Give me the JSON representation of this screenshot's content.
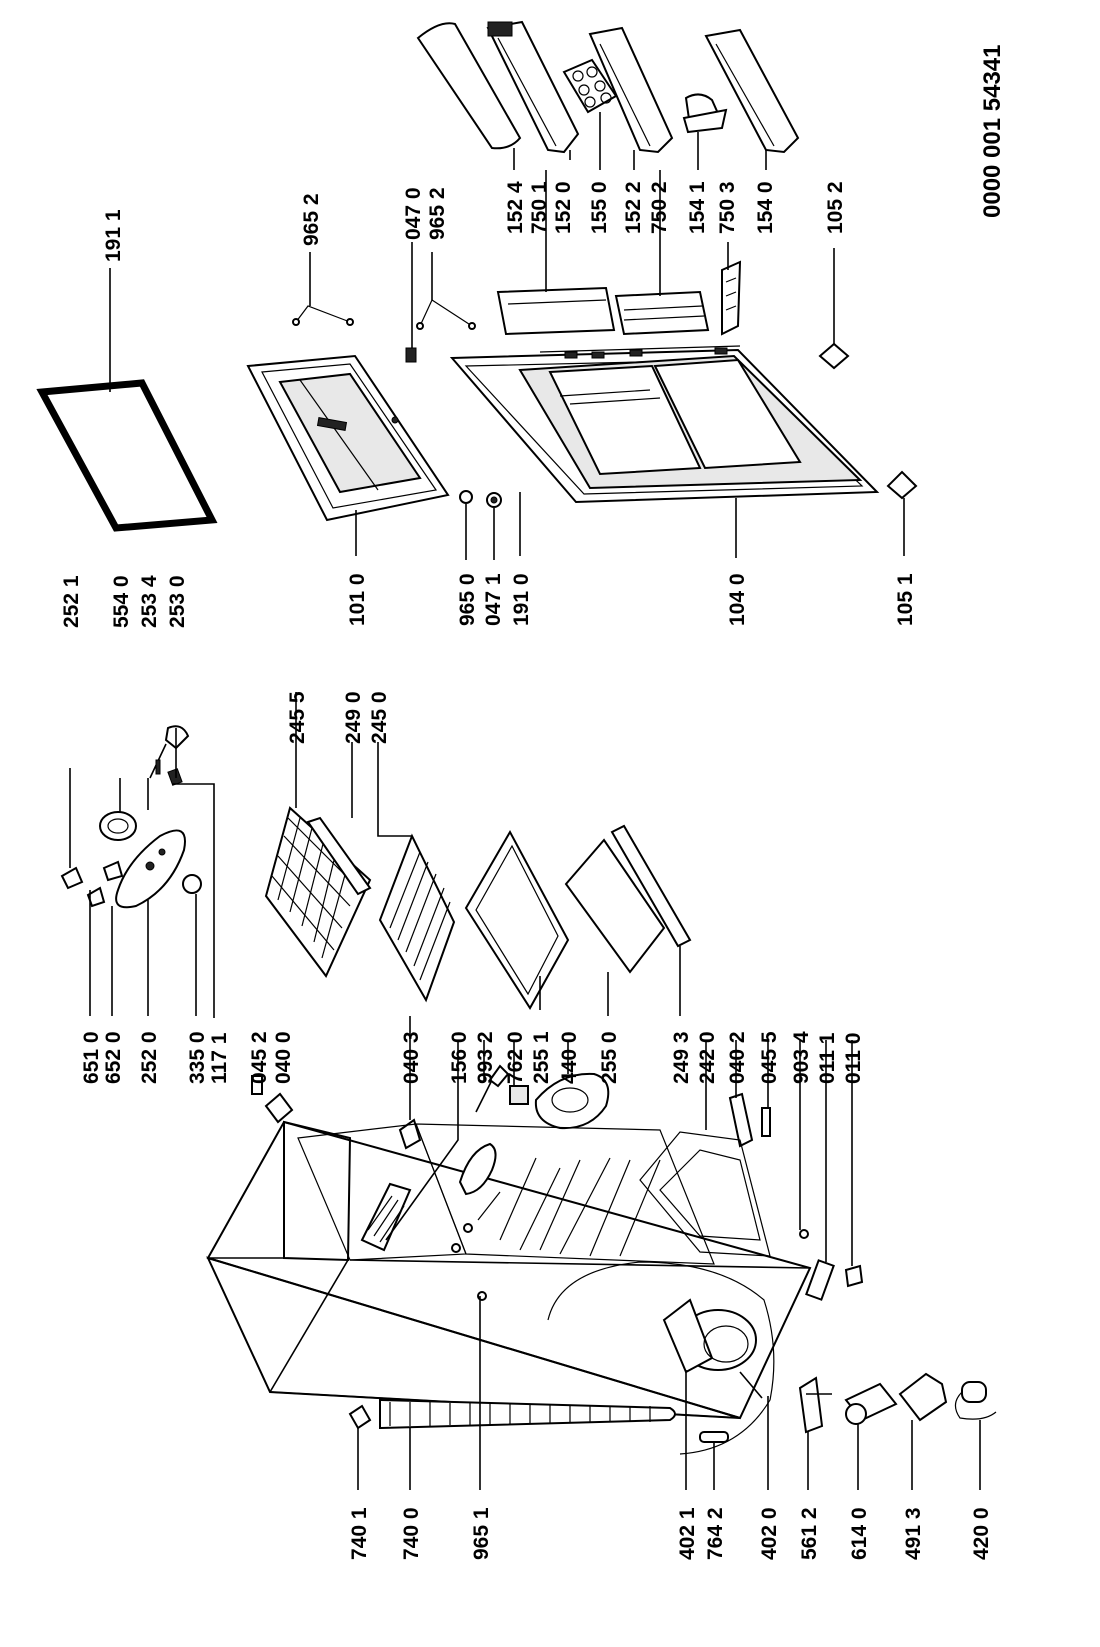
{
  "document_code": "0000 001 54341",
  "labels": {
    "l1911": "191 1",
    "l9652a": "965 2",
    "l0470": "047 0",
    "l9652b": "965 2",
    "l1524": "152 4",
    "l7501": "750 1",
    "l1520": "152 0",
    "l1550": "155 0",
    "l1522": "152 2",
    "l7502": "750 2",
    "l1541": "154 1",
    "l7503": "750 3",
    "l1540": "154 0",
    "l1052": "105 2",
    "l2521": "252 1",
    "l5540": "554 0",
    "l2534": "253 4",
    "l2530": "253 0",
    "l1010": "101 0",
    "l9650": "965 0",
    "l0471": "047 1",
    "l1910": "191 0",
    "l1040": "104 0",
    "l1051": "105 1",
    "l2455": "245 5",
    "l2490": "249 0",
    "l2450": "245 0",
    "l6510": "651 0",
    "l6520": "652 0",
    "l2520": "252 0",
    "l3350": "335 0",
    "l1171": "117 1",
    "l0452": "045 2",
    "l0400": "040 0",
    "l0403": "040 3",
    "l1560": "156 0",
    "l9932": "993 2",
    "l7620": "762 0",
    "l2551": "255 1",
    "l4400": "440 0",
    "l2550": "255 0",
    "l2493": "249 3",
    "l2420": "242 0",
    "l0402": "040 2",
    "l0455": "045 5",
    "l9034": "903 4",
    "l0111": "011 1",
    "l0110": "011 0",
    "l7401": "740 1",
    "l7400": "740 0",
    "l9651": "965 1",
    "l4021": "402 1",
    "l7642": "764 2",
    "l4020": "402 0",
    "l5612": "561 2",
    "l6140": "614 0",
    "l4913": "491 3",
    "l4200": "420 0"
  }
}
